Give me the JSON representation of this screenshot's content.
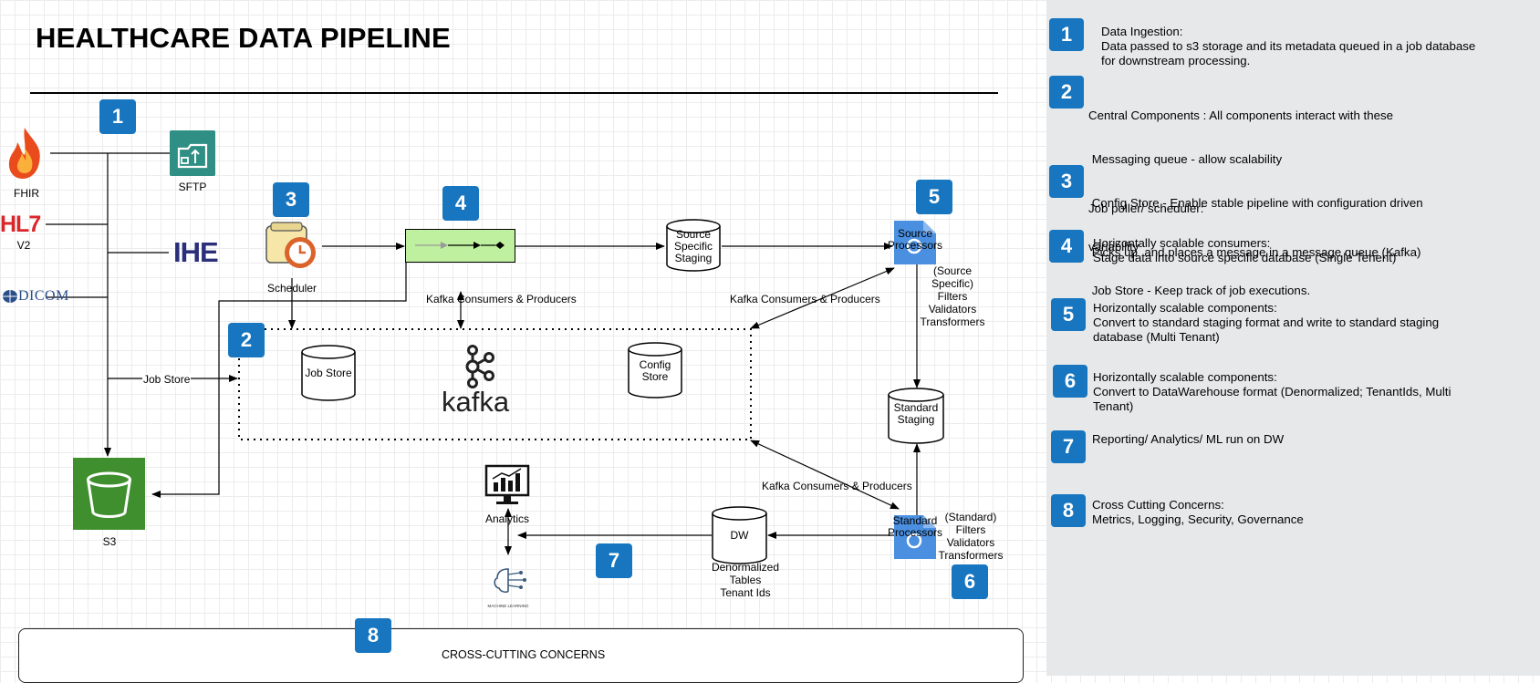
{
  "title": "HEALTHCARE DATA PIPELINE",
  "sources": {
    "fhir": "FHIR",
    "hl7_logo": "HL7",
    "hl7_sub": "V2",
    "ihe": "IHE",
    "dicom": "DICOM",
    "sftp": "SFTP"
  },
  "badges": [
    "1",
    "2",
    "3",
    "4",
    "5",
    "6",
    "7",
    "8"
  ],
  "components": {
    "scheduler": "Scheduler",
    "s3": "S3",
    "job_store": "Job Store",
    "kafka": "kafka",
    "config_store_1": "Config",
    "config_store_2": "Store",
    "source_staging_1": "Source",
    "source_staging_2": "Specific",
    "source_staging_3": "Staging",
    "source_proc_1": "Source",
    "source_proc_2": "Processors",
    "source_proc_notes": [
      "(Source",
      "Specific)",
      "Filters",
      "Validators",
      "Transformers"
    ],
    "standard_staging_1": "Standard",
    "standard_staging_2": "Staging",
    "standard_proc_1": "Standard",
    "standard_proc_2": "Processors",
    "standard_proc_notes": [
      "(Standard)",
      "Filters",
      "Validators",
      "Transformers"
    ],
    "dw": "DW",
    "dw_notes": [
      "Denormalized",
      "Tables",
      "Tenant Ids"
    ],
    "analytics": "Analytics",
    "ml": "MACHINE LEARNING",
    "cross_cutting": "CROSS-CUTTING CONCERNS"
  },
  "edge_labels": {
    "kafka_cp_1": "Kafka Consumers & Producers",
    "kafka_cp_2": "Kafka Consumers & Producers",
    "kafka_cp_3": "Kafka Consumers & Producers",
    "job_store": "Job Store"
  },
  "legend": [
    {
      "num": "1",
      "lines": [
        "Data Ingestion:",
        "Data passed to s3 storage and its metadata queued in a job database",
        "for downstream processing."
      ]
    },
    {
      "num": "2",
      "lines": [
        "Central Components : All components interact with these",
        " Messaging queue - allow scalability",
        " Config Store - Enable stable pipeline with configuration driven",
        "variability",
        " Job Store - Keep track of job executions."
      ]
    },
    {
      "num": "3",
      "lines": [
        "Job poller/ scheduler:",
        " Picks up  and places a message in a message queue (Kafka)"
      ]
    },
    {
      "num": "4",
      "lines": [
        "Horizontally scalable consumers:",
        "Stage data into source specific database (Single Tenent)"
      ]
    },
    {
      "num": "5",
      "lines": [
        "Horizontally scalable components:",
        "Convert to standard staging format and write to standard staging",
        "database (Multi Tenant)"
      ]
    },
    {
      "num": "6",
      "lines": [
        "Horizontally scalable components:",
        "Convert to DataWarehouse format (Denormalized;  TenantIds, Multi",
        "Tenant)"
      ]
    },
    {
      "num": "7",
      "lines": [
        "Reporting/ Analytics/ ML run on DW"
      ]
    },
    {
      "num": "8",
      "lines": [
        "Cross Cutting Concerns:",
        "Metrics, Logging, Security, Governance"
      ]
    }
  ],
  "colors": {
    "badge": "#1776bf",
    "s3_green": "#3f8f2e",
    "kafka_box": "#bff0a0",
    "panel": "#e6e8ea",
    "processor_blue": "#4a8fe0",
    "scheduler_orange": "#d9632a"
  }
}
